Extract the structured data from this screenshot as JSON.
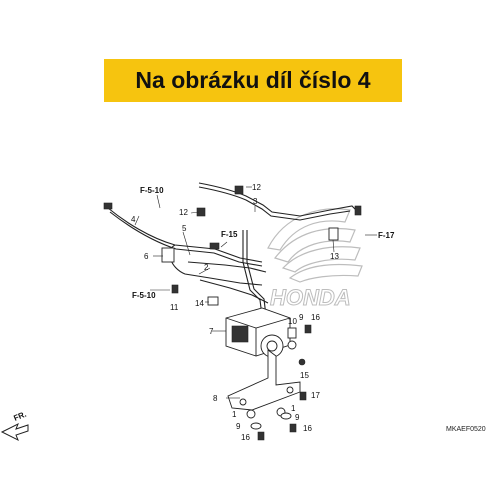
{
  "banner": {
    "text": "Na obrázku díl číslo 4",
    "color": "#f6c40f"
  },
  "diagram_code": "MKAEF0520",
  "direction_label": "FR.",
  "refs": {
    "f5_10_top": "F-5-10",
    "f5_10_bottom": "F-5-10",
    "f15": "F-15",
    "f17": "F-17"
  },
  "callouts": {
    "c1a": "1",
    "c1b": "1",
    "c2": "2",
    "c3": "3",
    "c4": "4",
    "c5": "5",
    "c6": "6",
    "c7": "7",
    "c8": "8",
    "c9a": "9",
    "c9b": "9",
    "c9c": "9",
    "c10": "10",
    "c11": "11",
    "c12a": "12",
    "c12b": "12",
    "c13": "13",
    "c14": "14",
    "c15": "15",
    "c16a": "16",
    "c16b": "16",
    "c16c": "16",
    "c17": "17"
  },
  "watermark_text": "HONDA"
}
